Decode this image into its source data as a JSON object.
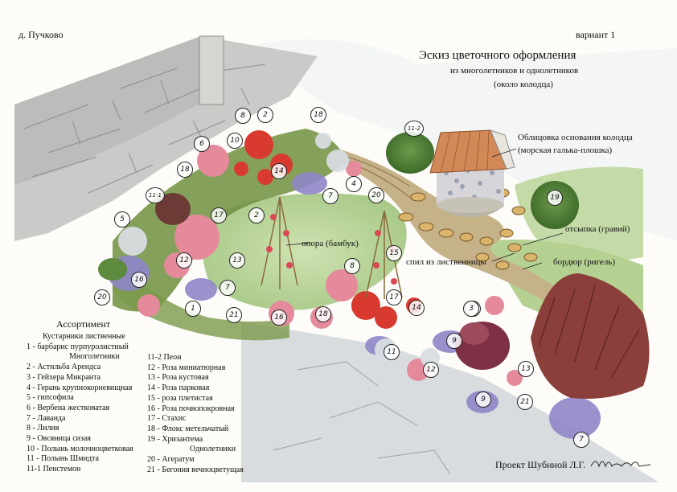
{
  "header": {
    "village": "д. Пучково",
    "variant": "вариант 1"
  },
  "title": {
    "main": "Эскиз цветочного оформления",
    "line2": "из многолетников и однолетников",
    "line3": "(около колодца)"
  },
  "callouts": {
    "well_facing": "Облицовка основания колодца",
    "well_facing_detail": "(морская галька-плошка)",
    "gravel": "отсыпка (гравий)",
    "larch_cut": "спил из лиственницы",
    "border": "бордюр (ригель)",
    "support": "опора (бамбук)"
  },
  "legend": {
    "heading": "Ассортимент",
    "col1": [
      {
        "text": "Кустарники лиственные",
        "style": "cat"
      },
      {
        "text": "1 - барбарис пурпуролистный",
        "style": ""
      },
      {
        "text": "Многолетники",
        "style": "indent"
      },
      {
        "text": "2 - Астильба Арендса",
        "style": ""
      },
      {
        "text": "3 - Гейхера Микранта",
        "style": ""
      },
      {
        "text": "4 - Герань крупнокорневищная",
        "style": ""
      },
      {
        "text": "5 - гипсофила",
        "style": ""
      },
      {
        "text": "6 - Вербена жестковатая",
        "style": ""
      },
      {
        "text": "7 - Лаванда",
        "style": ""
      },
      {
        "text": "8 - Лилия",
        "style": ""
      },
      {
        "text": "9 - Овсяница сизая",
        "style": ""
      },
      {
        "text": "10 - Полынь молочноцветковая",
        "style": ""
      },
      {
        "text": "11 - Полынь Шмидта",
        "style": ""
      },
      {
        "text": "11-1  Пенстемон",
        "style": ""
      }
    ],
    "col2": [
      {
        "text": "11-2 Пеон",
        "style": ""
      },
      {
        "text": "12 - Роза миниатюрная",
        "style": ""
      },
      {
        "text": "13 - Роза кустовая",
        "style": ""
      },
      {
        "text": "14 - Роза парковая",
        "style": ""
      },
      {
        "text": "15 - роза плетистая",
        "style": ""
      },
      {
        "text": "16 - Роза почвопокровная",
        "style": ""
      },
      {
        "text": "17 - Стахис",
        "style": ""
      },
      {
        "text": "18 - Флокс метельчатый",
        "style": ""
      },
      {
        "text": "19 - Хризантема",
        "style": ""
      },
      {
        "text": "Однолетники",
        "style": "indent"
      },
      {
        "text": "20 - Агератум",
        "style": ""
      },
      {
        "text": "21 - Бегония вечноцветущая",
        "style": ""
      }
    ]
  },
  "signature": {
    "text": "Проект Шубиной Л.Г."
  },
  "plant_markers": [
    "2",
    "18",
    "8",
    "6",
    "10",
    "17",
    "14",
    "18",
    "11-1",
    "5",
    "16",
    "13",
    "12",
    "7",
    "4",
    "20",
    "2",
    "3",
    "9",
    "1",
    "15",
    "17",
    "14",
    "18",
    "21",
    "8",
    "16",
    "7",
    "20",
    "11-2",
    "19",
    "3",
    "12",
    "11",
    "13",
    "9",
    "21",
    "7"
  ],
  "colors": {
    "grass": "#b9d49a",
    "stone_wall": "#c9c8c6",
    "gravel_path": "#c2ab7e",
    "well_roof": "#d3885a",
    "rose_red": "#d93a2f",
    "lavender": "#8f86c8",
    "berberis": "#8a3f3a"
  }
}
